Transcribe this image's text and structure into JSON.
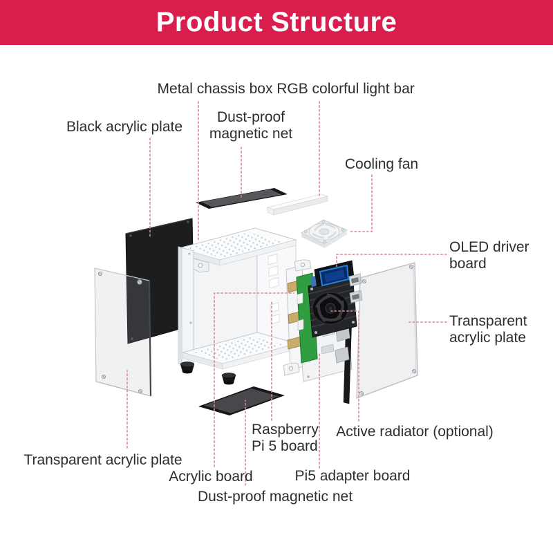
{
  "header": {
    "title": "Product Structure"
  },
  "colors": {
    "banner_bg": "#D91E4D",
    "banner_text": "#FFFFFF",
    "label_text": "#2B2D2F",
    "leader_line": "#DB8593",
    "pi_board_green": "#2F9E41",
    "oled_screen_blue": "#1F7FD8",
    "plate_black": "#1C1D1F",
    "chassis_white": "#FBFCFD",
    "net_gray": "#55575B"
  },
  "labels": {
    "metal_chassis_box": "Metal chassis box",
    "rgb_light_bar": "RGB colorful light bar",
    "black_acrylic_plate": "Black acrylic plate",
    "dust_proof_net_top": "Dust-proof magnetic net",
    "cooling_fan": "Cooling fan",
    "oled_driver_board": "OLED driver board",
    "transparent_acrylic_plate_right": "Transparent acrylic plate",
    "active_radiator": "Active radiator (optional)",
    "raspberry_pi5_board": "Raspberry Pi 5 board",
    "pi5_adapter_board": "Pi5 adapter board",
    "acrylic_board": "Acrylic board",
    "dust_proof_net_bottom": "Dust-proof magnetic net",
    "transparent_acrylic_plate_left": "Transparent acrylic plate"
  }
}
